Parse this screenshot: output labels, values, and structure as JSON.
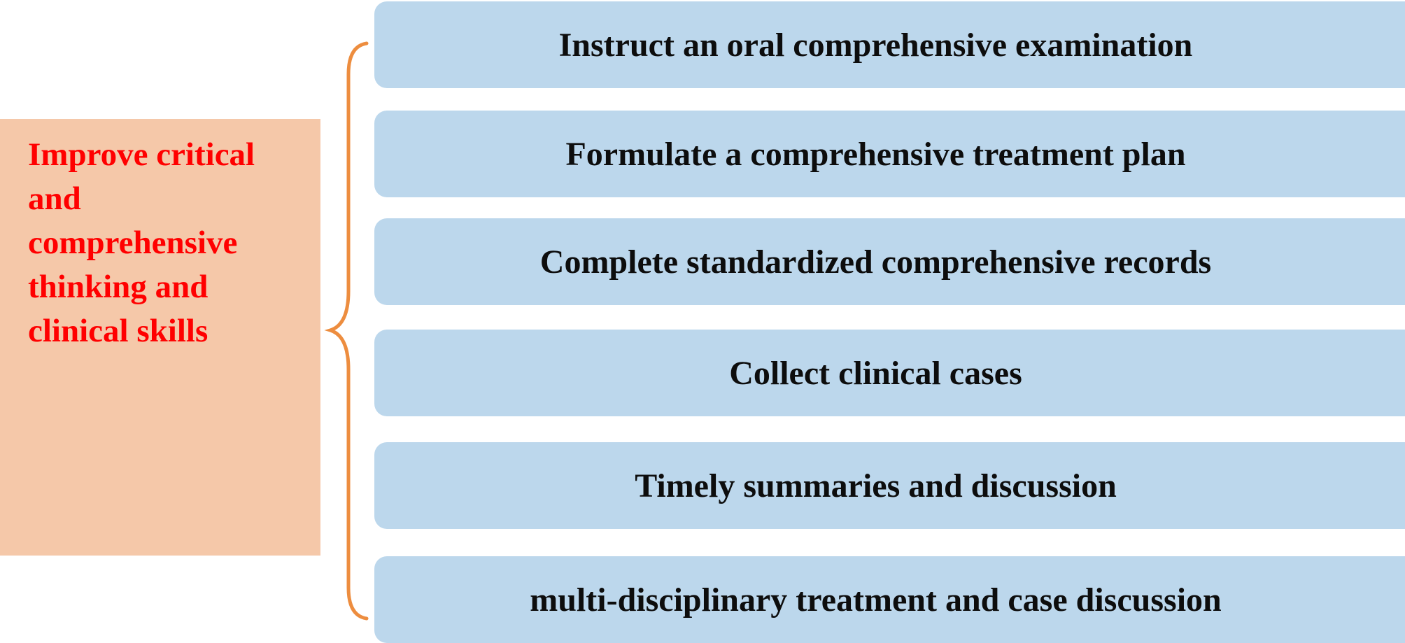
{
  "goal": {
    "text": "Improve critical\nand\ncomprehensive\nthinking and\nclinical skills"
  },
  "steps": [
    {
      "label": "Instruct an oral comprehensive examination"
    },
    {
      "label": "Formulate a comprehensive treatment plan"
    },
    {
      "label": "Complete standardized comprehensive records"
    },
    {
      "label": "Collect clinical cases"
    },
    {
      "label": "Timely summaries and discussion"
    },
    {
      "label": "multi-disciplinary treatment and case discussion"
    }
  ],
  "colors": {
    "goal_fill": "#f5c8a9",
    "goal_text": "#ff0000",
    "step_fill": "#bcd7ec",
    "brace": "#ed8d3f"
  }
}
